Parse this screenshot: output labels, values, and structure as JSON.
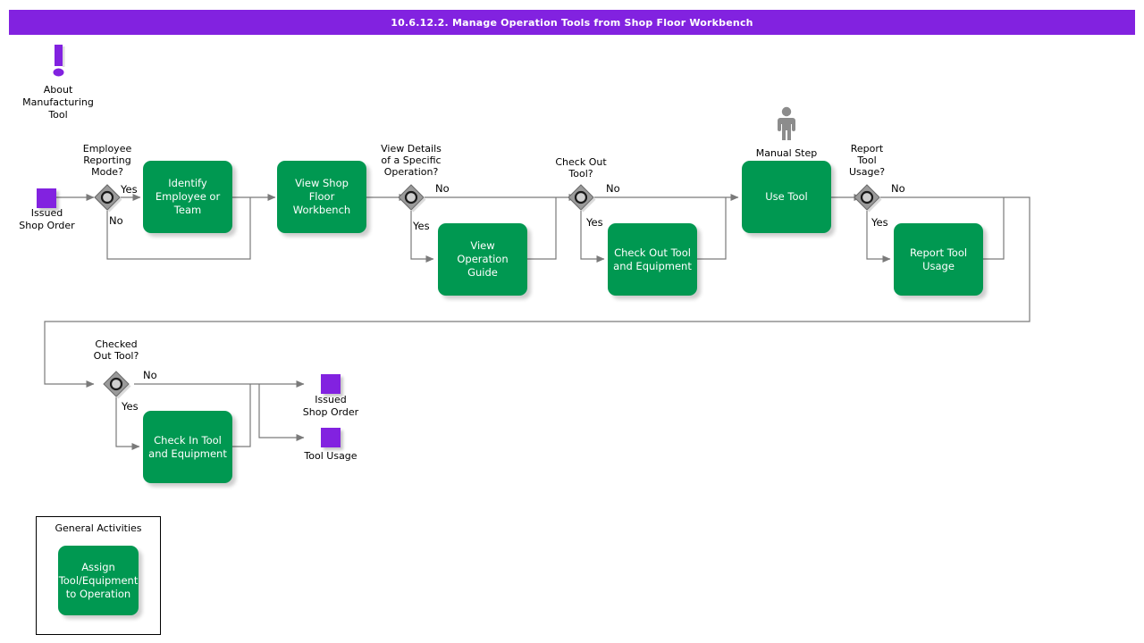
{
  "header": {
    "title": "10.6.12.2. Manage Operation Tools from Shop Floor Workbench",
    "bar_color": "#8222e0"
  },
  "theme": {
    "activity_green": "#009851",
    "data_purple": "#8222e0",
    "gateway_gray": "#9a9a9a",
    "line_gray": "#7a7a7a",
    "canvas": "#ffffff"
  },
  "info_note": {
    "icon": "exclamation-icon",
    "label": "About\nManufacturing\nTool",
    "line1": "About",
    "line2": "Manufacturing",
    "line3": "Tool"
  },
  "manual_step": {
    "icon": "person-icon",
    "label": "Manual Step"
  },
  "start_events": [
    {
      "id": "issued-shop-order-start",
      "line1": "Issued",
      "line2": "Shop Order"
    }
  ],
  "end_events": [
    {
      "id": "issued-shop-order-end",
      "line1": "Issued",
      "line2": "Shop Order"
    },
    {
      "id": "tool-usage-end",
      "line1": "Tool Usage",
      "line2": ""
    }
  ],
  "gateways": [
    {
      "id": "employee-reporting-mode",
      "l1": "Employee",
      "l2": "Reporting",
      "l3": "Mode?",
      "yes": "Yes",
      "no": "No"
    },
    {
      "id": "view-details-operation",
      "l1": "View Details",
      "l2": "of a Specific",
      "l3": "Operation?",
      "yes": "Yes",
      "no": "No"
    },
    {
      "id": "check-out-tool",
      "l1": "Check Out",
      "l2": "Tool?",
      "l3": "",
      "yes": "Yes",
      "no": "No"
    },
    {
      "id": "report-tool-usage",
      "l1": "Report",
      "l2": "Tool",
      "l3": "Usage?",
      "yes": "Yes",
      "no": "No"
    },
    {
      "id": "checked-out-tool",
      "l1": "Checked",
      "l2": "Out Tool?",
      "l3": "",
      "yes": "Yes",
      "no": "No"
    }
  ],
  "activities": [
    {
      "id": "identify-employee-or-team",
      "line1": "Identify",
      "line2": "Employee or",
      "line3": "Team"
    },
    {
      "id": "view-shop-floor-workbench",
      "line1": "View Shop Floor",
      "line2": "Workbench",
      "line3": ""
    },
    {
      "id": "view-operation-guide",
      "line1": "View Operation",
      "line2": "Guide",
      "line3": ""
    },
    {
      "id": "check-out-tool-equipment",
      "line1": "Check Out Tool",
      "line2": "and Equipment",
      "line3": ""
    },
    {
      "id": "use-tool",
      "line1": "Use Tool",
      "line2": "",
      "line3": ""
    },
    {
      "id": "report-tool-usage-activity",
      "line1": "Report Tool",
      "line2": "Usage",
      "line3": ""
    },
    {
      "id": "check-in-tool-equipment",
      "line1": "Check In Tool",
      "line2": "and Equipment",
      "line3": ""
    }
  ],
  "legend": {
    "title": "General Activities",
    "item": {
      "id": "assign-tool-equipment-to-operation",
      "line1": "Assign",
      "line2": "Tool/Equipment",
      "line3": "to Operation"
    }
  }
}
